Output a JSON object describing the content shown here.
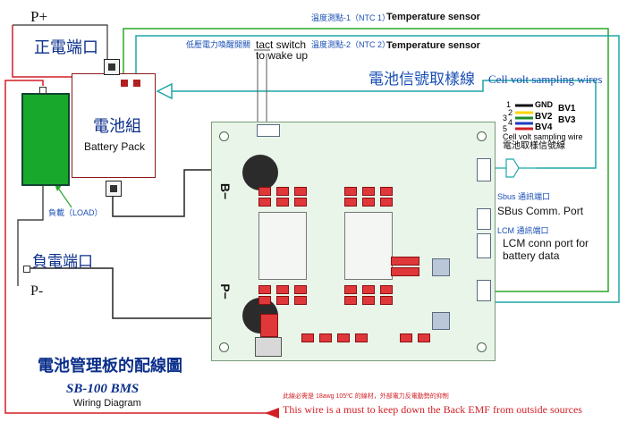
{
  "labels": {
    "p_plus": "P+",
    "p_minus": "P-",
    "positive_port": "正電端口",
    "negative_port": "負電端口",
    "battery_group": "電池組",
    "battery_pack": "Battery Pack",
    "load": "負載（LOAD）",
    "ntc1_cn": "溫度測點-1（NTC 1）",
    "ntc1_en": "Temperature sensor",
    "ntc2_cn": "溫度測點-2（NTC 2）",
    "ntc2_en": "Temperature sensor",
    "wake_cn": "低壓電力喚醒開關",
    "wake_en_1": "tact switch",
    "wake_en_2": "to wake up",
    "sampling_cn": "電池信號取樣線",
    "sampling_en": "Cell volt sampling wires",
    "gnd": "GND",
    "bv1": "BV1",
    "bv2": "BV2",
    "bv3": "BV3",
    "bv4": "BV4",
    "n1": "1",
    "n2": "2",
    "n3": "3",
    "n4": "4",
    "n5": "5",
    "sampling_wire_en": "Cell volt sampling wire",
    "sampling_wire_cn": "電池取樣信號線",
    "sbus_cn": "Sbus 通訊端口",
    "sbus_en": "SBus Comm. Port",
    "lcm_cn": "LCM 通訊端口",
    "lcm_en_1": "LCM conn port for",
    "lcm_en_2": "battery data",
    "b_minus": "B−",
    "p_minus_pcb": "P−",
    "title_cn": "電池管理板的配線圖",
    "title_model": "SB-100 BMS",
    "title_en": "Wiring Diagram",
    "note_cn": "此線必需是 18awg 105ºC 的線材，外部電力反電動勢的抑制",
    "note_en": "This wire is a must to keep down the Back EMF from outside sources"
  },
  "colors": {
    "red": "#d21f26",
    "green": "#2aa52a",
    "blue": "#1a4fb5",
    "teal": "#1fa6a6",
    "darkblue": "#0b2f8a"
  }
}
